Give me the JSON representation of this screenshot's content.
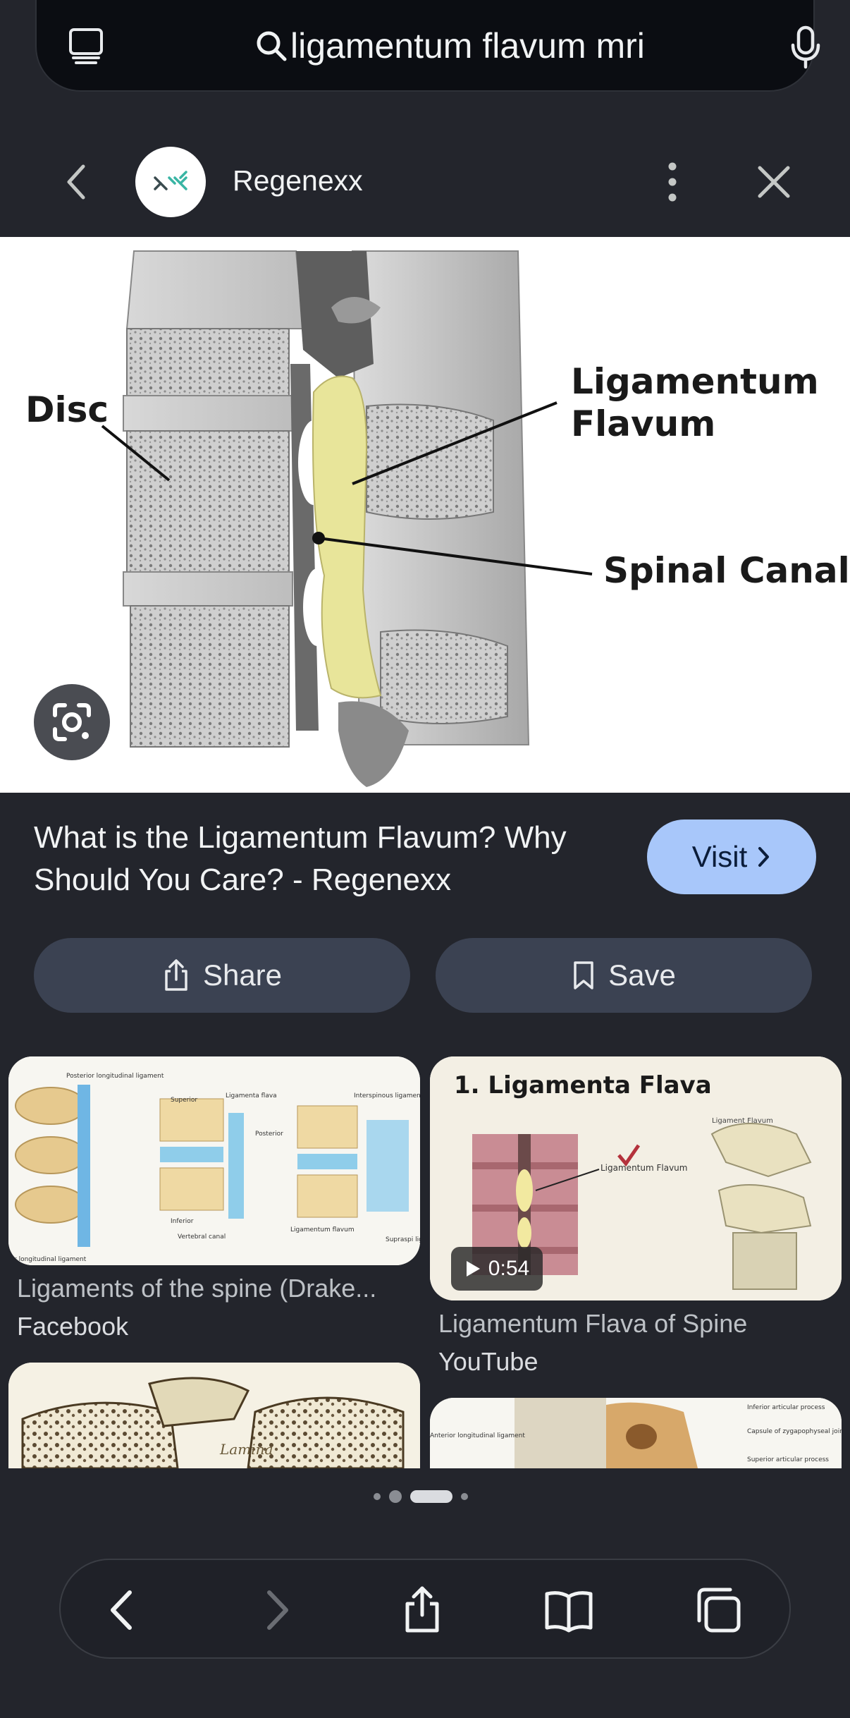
{
  "search": {
    "query": "ligamentum flavum mri"
  },
  "source": {
    "name": "Regenexx"
  },
  "main_image": {
    "labels": {
      "disc": "Disc",
      "ligamentum": "Ligamentum",
      "flavum": "Flavum",
      "spinal_canal": "Spinal Canal"
    }
  },
  "result": {
    "title": "What is the Ligamentum Flavum? Why Should You Care? - Regenexx",
    "visit_label": "Visit"
  },
  "actions": {
    "share_label": "Share",
    "save_label": "Save"
  },
  "related": [
    {
      "title": "Ligaments of the spine (Drake...",
      "source": "Facebook",
      "labels": {
        "posterior_longitudinal": "Posterior longitudinal ligament",
        "superior": "Superior",
        "ligamenta_flava": "Ligamenta flava",
        "interspinous": "Interspinous ligament",
        "posterior": "Posterior",
        "inferior": "Inferior",
        "vertebral_canal": "Vertebral canal",
        "ligamentum_flavum": "Ligamentum flavum",
        "supraspinous": "Supraspi ligament",
        "anterior_longitudinal": "ior longitudinal ligament"
      }
    },
    {
      "title": "Ligamentum Flava of Spine",
      "source": "YouTube",
      "heading": "1. Ligamenta Flava",
      "video_duration": "0:54",
      "labels": {
        "ligamentum_flavum": "Ligamentum Flavum",
        "ligament_flavum_right": "Ligament Flavum"
      }
    },
    {
      "labels": {
        "lamina": "Lamina"
      }
    },
    {
      "labels": {
        "inferior_articular": "Inferior articular process",
        "anterior_longitudinal": "Anterior longitudinal ligament",
        "capsule": "Capsule of zygapophyseal joint (partially opened)",
        "superior_articular": "Superior articular process"
      }
    }
  ],
  "colors": {
    "background": "#23252c",
    "visit_button": "#a8c7fa",
    "pill_button": "#3b4252",
    "ligament_highlight": "#e8e59a"
  },
  "icons": {
    "tabs_overview": "tabs-overview-icon",
    "search": "search-icon",
    "mic": "mic-icon",
    "back": "chevron-left-icon",
    "more": "more-vertical-icon",
    "close": "close-icon",
    "lens": "lens-icon",
    "share": "share-icon",
    "bookmark": "bookmark-icon",
    "book": "book-icon",
    "copy_tabs": "tabs-icon"
  }
}
